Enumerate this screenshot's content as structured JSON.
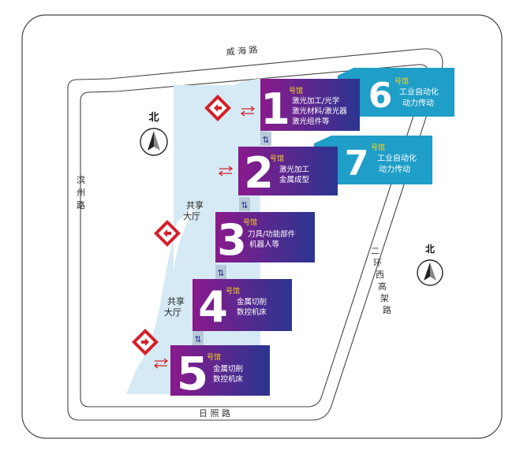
{
  "roads": {
    "top": "威海路",
    "left": "滨州路",
    "bottom": "日照路",
    "right": "二环西高架路"
  },
  "north_label": "北",
  "lobby_label": "共享大厅",
  "hall_suffix": "号馆",
  "halls": [
    {
      "num": "1",
      "lines": [
        "激光加工/光学",
        "激光材料/激光器",
        "激光组件等"
      ]
    },
    {
      "num": "2",
      "lines": [
        "激光加工",
        "金属成型"
      ]
    },
    {
      "num": "3",
      "lines": [
        "刀具/功能部件",
        "机器人等"
      ]
    },
    {
      "num": "4",
      "lines": [
        "金属切削",
        "数控机床"
      ]
    },
    {
      "num": "5",
      "lines": [
        "金属切削",
        "数控机床"
      ]
    },
    {
      "num": "6",
      "lines": [
        "工业自动化",
        "动力传动"
      ]
    },
    {
      "num": "7",
      "lines": [
        "工业自动化",
        "动力传动"
      ]
    }
  ],
  "colors": {
    "gradient_start": "#8a1a8c",
    "gradient_end": "#2b3590",
    "cyan_hall": "#1f9ec8",
    "lobby_fill": "#d6eaf5",
    "suffix_yellow": "#f7d21f",
    "entrance_red": "#d4202a",
    "connector_grey": "#b7c8d8"
  }
}
